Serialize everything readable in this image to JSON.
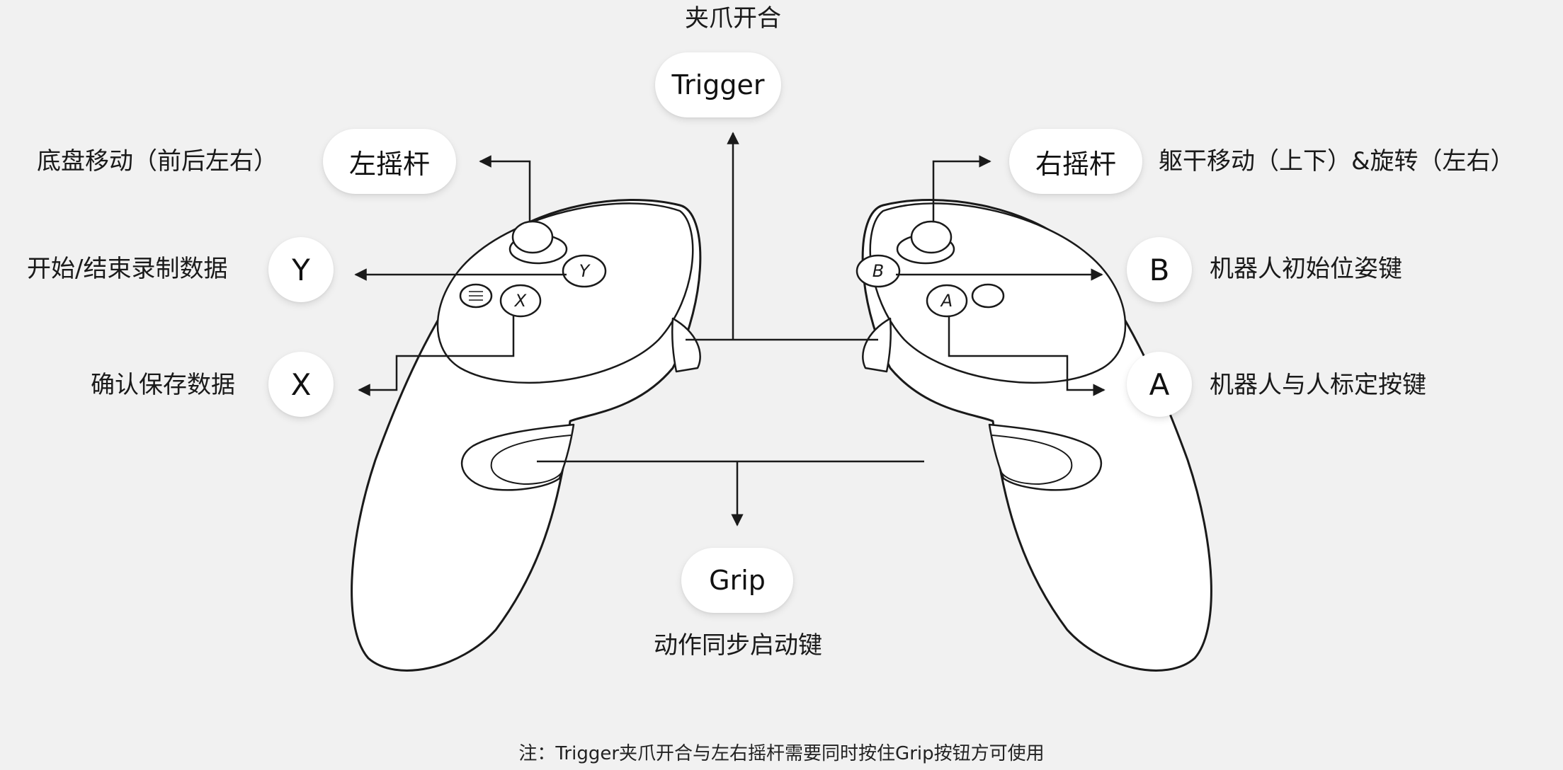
{
  "trigger": {
    "caption": "夹爪开合",
    "label": "Trigger"
  },
  "grip": {
    "label": "Grip",
    "caption": "动作同步启动键"
  },
  "left_stick": {
    "label": "左摇杆",
    "caption": "底盘移动（前后左右）"
  },
  "right_stick": {
    "label": "右摇杆",
    "caption": "躯干移动（上下）&旋转（左右）"
  },
  "button_y": {
    "label": "Y",
    "caption": "开始/结束录制数据"
  },
  "button_x": {
    "label": "X",
    "caption": "确认保存数据"
  },
  "button_b": {
    "label": "B",
    "caption": "机器人初始位姿键"
  },
  "button_a": {
    "label": "A",
    "caption": "机器人与人标定按键"
  },
  "note": "注：Trigger夹爪开合与左右摇杆需要同时按住Grip按钮方可使用",
  "colors": {
    "background": "#f1f1f1",
    "line": "#1a1a1a",
    "pill": "#ffffff"
  }
}
